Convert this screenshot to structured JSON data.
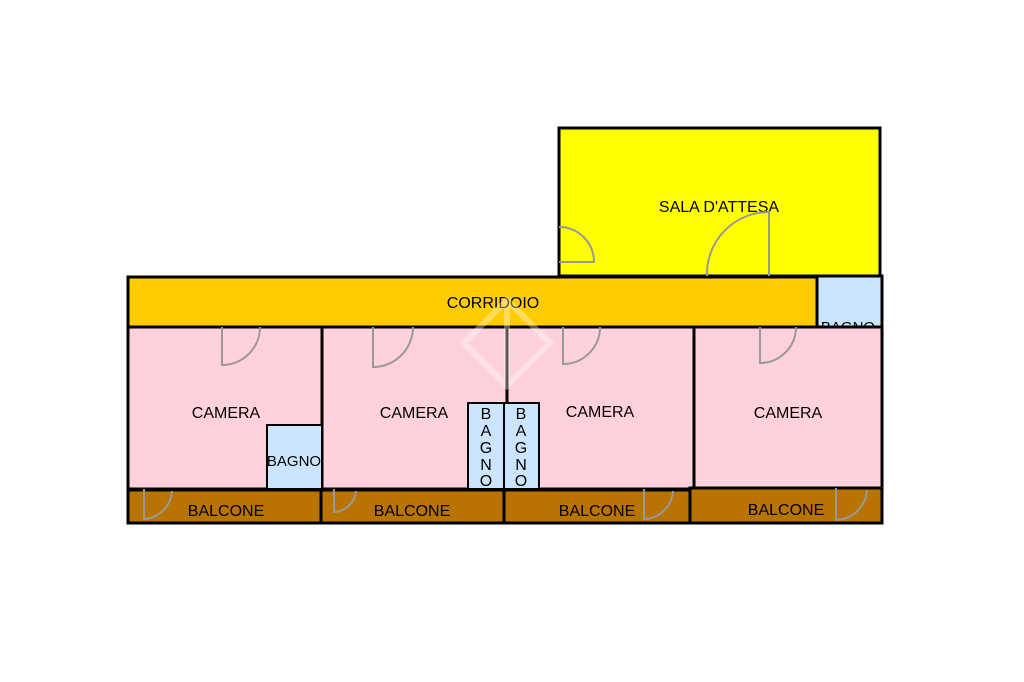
{
  "floor_plan": {
    "colors": {
      "waiting_room": "#ffff00",
      "corridor": "#ffcc00",
      "bedroom": "#ffd1dc",
      "bathroom": "#cce5ff",
      "balcony": "#b87300",
      "wall": "#000000",
      "door": "#999999"
    },
    "rooms": {
      "sala_attesa": "SALA D'ATTESA",
      "corridoio": "CORRIDOIO",
      "bagno_corridor": "BAGNO",
      "camera_1": "CAMERA",
      "camera_2": "CAMERA",
      "camera_3": "CAMERA",
      "camera_4": "CAMERA",
      "bagno_small": "BAGNO",
      "bagno_vertical_1": [
        "B",
        "A",
        "G",
        "N",
        "O"
      ],
      "bagno_vertical_2": [
        "B",
        "A",
        "G",
        "N",
        "O"
      ],
      "balcone_1": "BALCONE",
      "balcone_2": "BALCONE",
      "balcone_3": "BALCONE",
      "balcone_4": "BALCONE"
    }
  }
}
